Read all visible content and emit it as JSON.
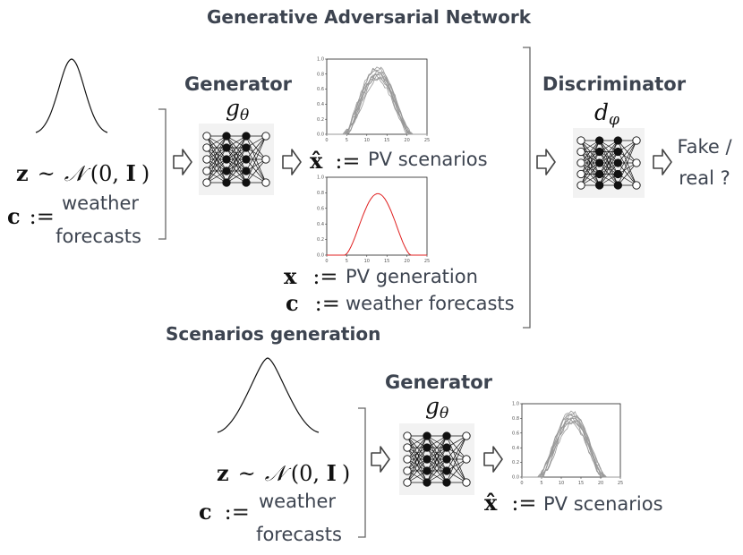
{
  "top": {
    "title": "Generative Adversarial Network",
    "generator": {
      "title": "Generator",
      "symbol_base": "g",
      "symbol_sub": "θ"
    },
    "discriminator": {
      "title": "Discriminator",
      "symbol_base": "d",
      "symbol_sub": "φ"
    },
    "inputs": {
      "z_var": "z",
      "z_tilde": "~",
      "z_dist": "𝒩",
      "z_args_open": "(0, ",
      "z_args_bold": "I",
      "z_args_close": ")",
      "c_var": "c",
      "assign": ":=",
      "c_value_line1": "weather",
      "c_value_line2": "forecasts"
    },
    "xhat": {
      "var": "x̂",
      "assign": ":=",
      "label": "PV scenarios"
    },
    "x": {
      "var": "x",
      "assign": ":=",
      "label": "PV generation"
    },
    "c": {
      "var": "c",
      "assign": ":=",
      "label": "weather forecasts"
    },
    "output": {
      "line1": "Fake /",
      "line2": "real ?"
    }
  },
  "bottom": {
    "title": "Scenarios generation",
    "generator": {
      "title": "Generator",
      "symbol_base": "g",
      "symbol_sub": "θ"
    },
    "inputs": {
      "z_var": "z",
      "z_tilde": "~",
      "z_dist": "𝒩",
      "z_args_open": "(0, ",
      "z_args_bold": "I",
      "z_args_close": ")",
      "c_var": "c",
      "assign": ":=",
      "c_value_line1": "weather",
      "c_value_line2": "forecasts"
    },
    "xhat": {
      "var": "x̂",
      "assign": ":=",
      "label": "PV scenarios"
    }
  },
  "plot_ticks": {
    "x": [
      "0",
      "5",
      "10",
      "15",
      "20",
      "25"
    ],
    "y": [
      "0.0",
      "0.2",
      "0.4",
      "0.6",
      "0.8",
      "1.0"
    ]
  },
  "colors": {
    "text": "#3d4450",
    "scenario_lines": "#999999",
    "generation_line": "#e02020"
  }
}
